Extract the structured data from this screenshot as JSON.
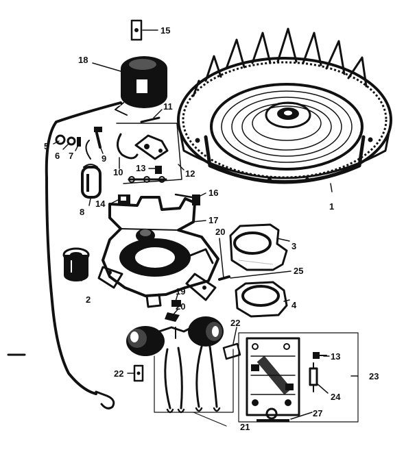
{
  "colors": {
    "ink": "#111111",
    "paper": "#ffffff",
    "mid": "#555555",
    "light": "#bbbbbb"
  },
  "callouts": {
    "c1": "1",
    "c2": "2",
    "c3": "3",
    "c4": "4",
    "c5": "5",
    "c6": "6",
    "c7": "7",
    "c8": "8",
    "c9": "9",
    "c10": "10",
    "c11": "11",
    "c12": "12",
    "c13a": "13",
    "c13b": "13",
    "c14": "14",
    "c15": "15",
    "c16": "16",
    "c17": "17",
    "c18": "18",
    "c19": "19",
    "c20a": "20",
    "c20b": "20",
    "c21": "21",
    "c22a": "22",
    "c22b": "22",
    "c23": "23",
    "c24": "24",
    "c25": "25",
    "c27": "27"
  }
}
